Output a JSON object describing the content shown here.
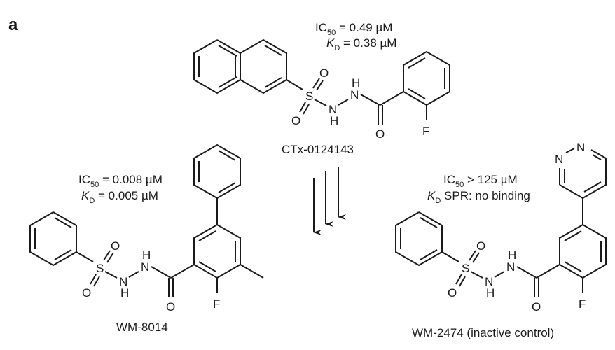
{
  "figure": {
    "panel_label": "a"
  },
  "compounds": {
    "top": {
      "name": "CTx-0124143",
      "ic50_label": "IC",
      "ic50_sub": "50",
      "ic50_value": "= 0.49 µM",
      "kd_label": "K",
      "kd_sub": "D",
      "kd_value": "= 0.38 µM"
    },
    "left": {
      "name": "WM-8014",
      "ic50_label": "IC",
      "ic50_sub": "50",
      "ic50_value": "= 0.008 µM",
      "kd_label": "K",
      "kd_sub": "D",
      "kd_value": "= 0.005 µM"
    },
    "right": {
      "name": "WM-2474 (inactive control)",
      "ic50_label": "IC",
      "ic50_sub": "50",
      "ic50_value": "> 125 µM",
      "kd_label": "K",
      "kd_sub": "D",
      "kd_value": "SPR: no binding"
    }
  },
  "atoms": {
    "S": "S",
    "O": "O",
    "N": "N",
    "H": "H",
    "F": "F"
  },
  "arrows": {
    "count": 3,
    "direction": "down"
  }
}
